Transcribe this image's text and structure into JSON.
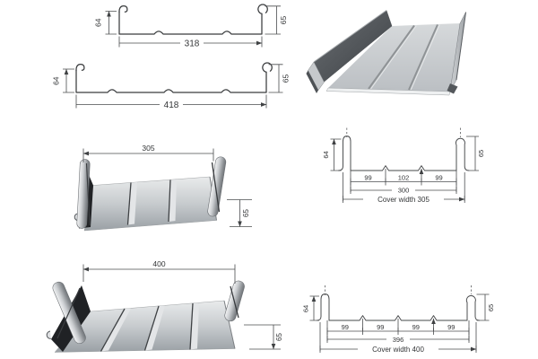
{
  "page": {
    "background": "#ffffff"
  },
  "colors": {
    "profile_line": "#3a3c3e",
    "dimension_line": "#4b4d4f",
    "dimension_text": "#333537",
    "panel_light_gray": "#e8eaec",
    "panel_mid_gray": "#c6cacd",
    "panel_dark_shadow": "#212326",
    "render_pan_gray": "#c9ccd0"
  },
  "figures": {
    "profile_318": {
      "width": "318",
      "height_left": "64",
      "height_right": "65"
    },
    "profile_418": {
      "width": "418",
      "height_left": "64",
      "height_right": "65"
    },
    "panel_305": {
      "width": "305",
      "height": "65"
    },
    "dims_305": {
      "height_left": "64",
      "height_right": "65",
      "segments": [
        "99",
        "102",
        "99"
      ],
      "inner_width": "300",
      "cover_label": "Cover width 305"
    },
    "panel_400": {
      "width": "400",
      "height": "65"
    },
    "dims_400": {
      "height_left": "64",
      "height_right": "65",
      "segments": [
        "99",
        "99",
        "99",
        "99"
      ],
      "inner_width": "396",
      "cover_label": "Cover width 400"
    }
  }
}
